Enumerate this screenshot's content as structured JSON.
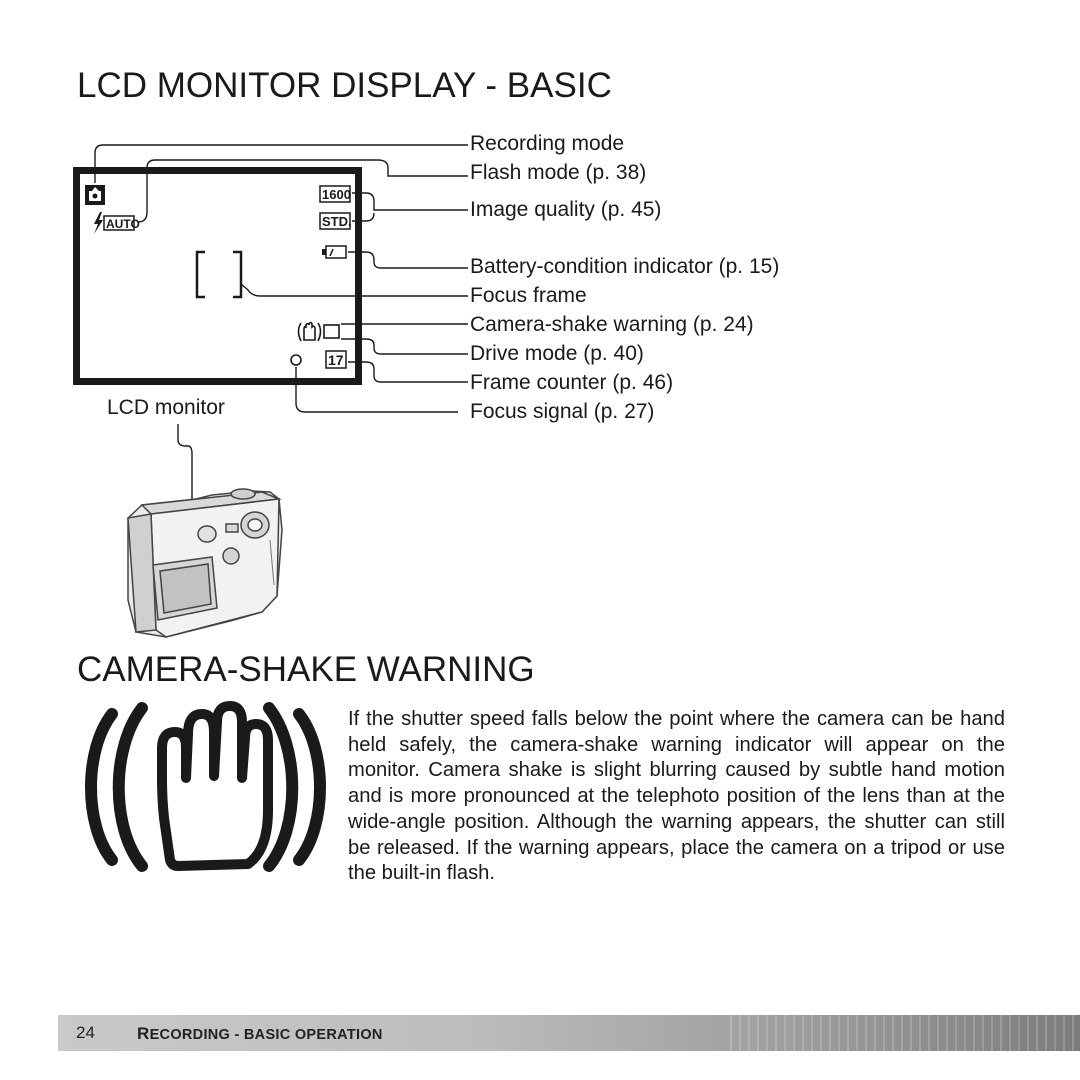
{
  "section_title": "LCD MONITOR DISPLAY - BASIC",
  "lcd_screen": {
    "image_size": "1600",
    "quality": "STD.",
    "flash": "AUTO",
    "frame_count": "17"
  },
  "callouts": [
    "Recording mode",
    "Flash mode (p. 38)",
    "Image quality (p. 45)",
    "Battery-condition indicator (p. 15)",
    "Focus frame",
    "Camera-shake warning (p. 24)",
    "Drive mode (p. 40)",
    "Frame counter (p. 46)",
    "Focus signal (p. 27)"
  ],
  "lcd_monitor_label": "LCD monitor",
  "warning_title": "CAMERA-SHAKE WARNING",
  "warning_text": "If the shutter speed falls below the point where the camera can be hand held safely, the camera-shake warning indicator will appear on the monitor. Camera shake is slight blurring caused by subtle hand motion and is more pronounced at the telephoto position of the lens than at the wide-angle position. Although the warning appears, the shutter can still be released. If the warning appears, place the camera on a tripod or use the built-in flash.",
  "footer": {
    "page_number": "24",
    "title_prefix": "R",
    "title_rest": "ECORDING - BASIC OPERATION"
  }
}
